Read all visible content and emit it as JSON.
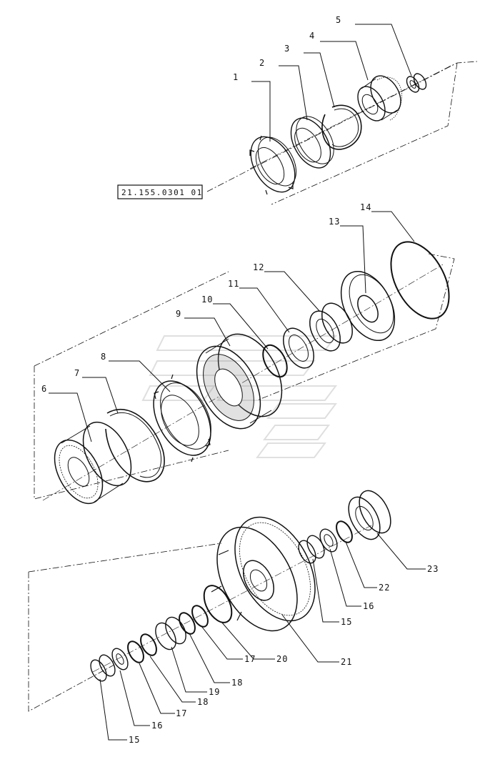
{
  "reference_box": "21.155.0301 01",
  "callouts": [
    "1",
    "2",
    "3",
    "4",
    "5",
    "6",
    "7",
    "8",
    "9",
    "10",
    "11",
    "12",
    "13",
    "14",
    "15",
    "16",
    "17",
    "18",
    "19",
    "20",
    "21",
    "22",
    "23"
  ],
  "bottom_group_callouts": {
    "left_15": "15",
    "left_16": "16",
    "left_17": "17",
    "left_18": "18",
    "left_19": "19",
    "right_17": "17",
    "right_18": "18",
    "right_15": "15",
    "right_16": "16"
  }
}
